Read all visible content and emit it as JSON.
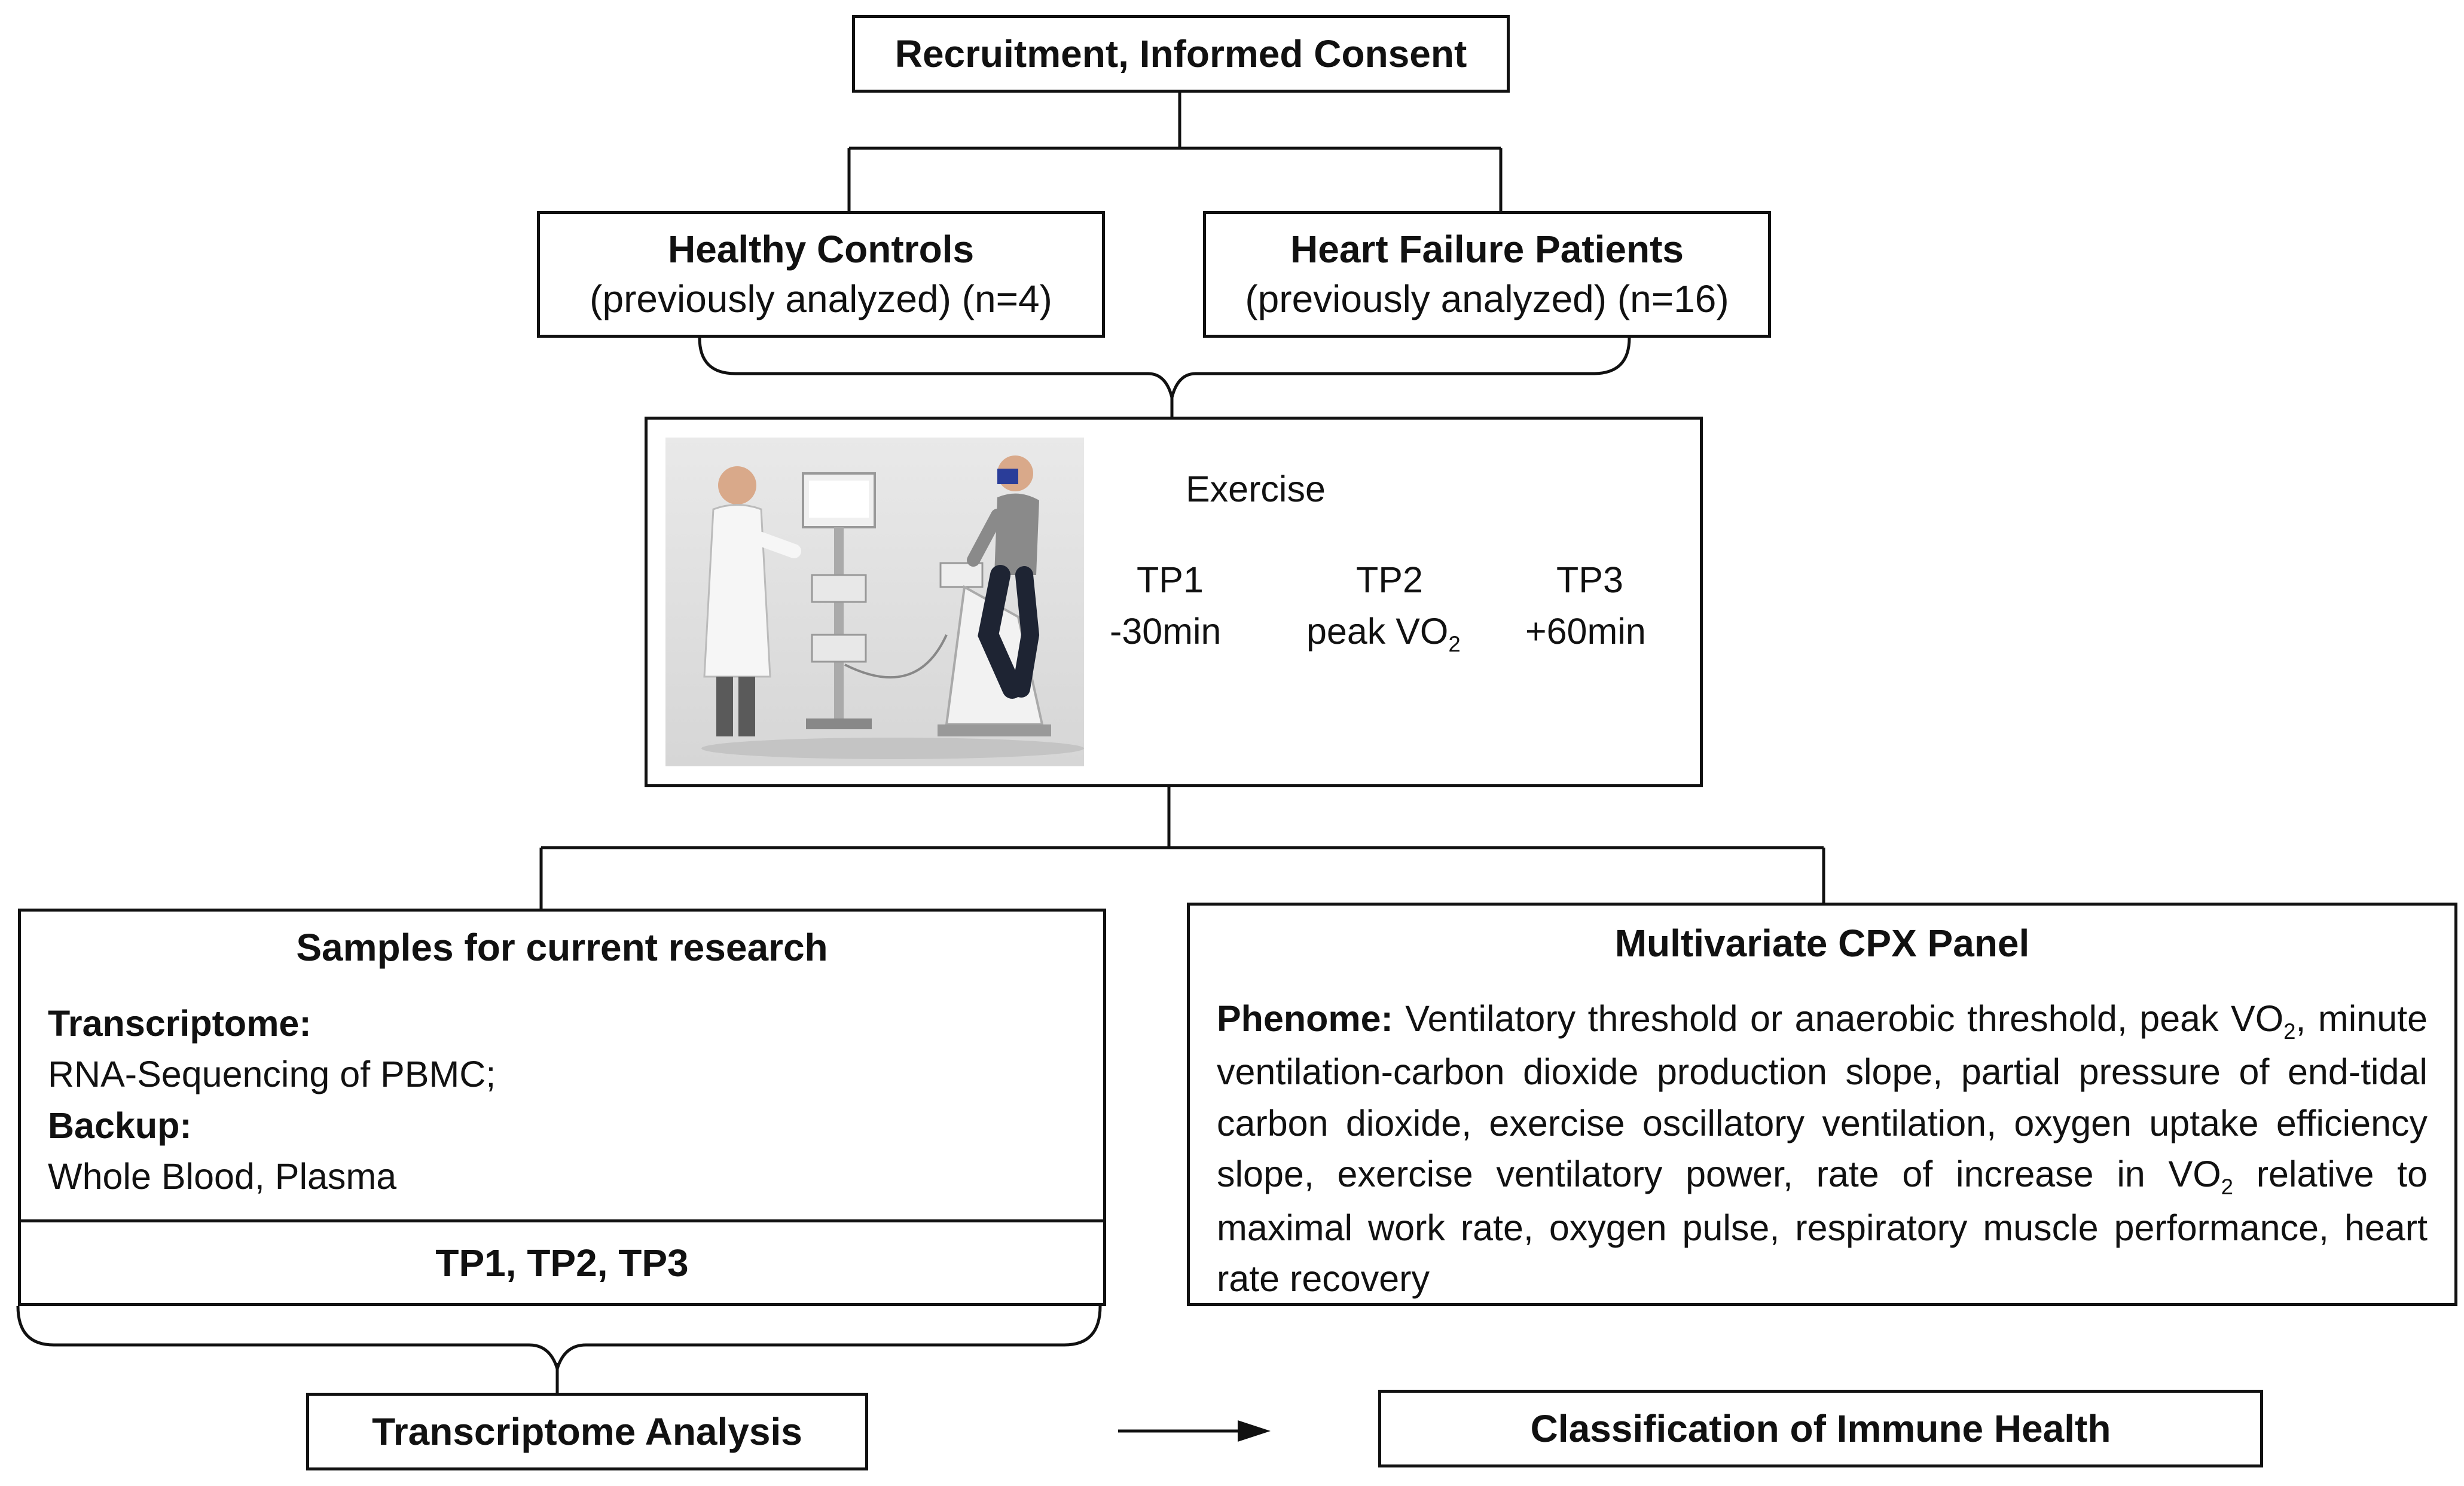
{
  "recruitment": {
    "label": "Recruitment, Informed Consent"
  },
  "healthy": {
    "title": "Healthy Controls",
    "detail": "(previously analyzed) (n=4)"
  },
  "heart_failure": {
    "title": "Heart Failure Patients",
    "detail": "(previously analyzed) (n=16)"
  },
  "exercise": {
    "label": "Exercise",
    "tp1": {
      "name": "TP1",
      "time": "-30min"
    },
    "tp2": {
      "name": "TP2",
      "time_prefix": "peak VO",
      "time_sub": "2"
    },
    "tp3": {
      "name": "TP3",
      "time": "+60min"
    },
    "photo_icon": "clinician-and-patient-on-exercise-bike"
  },
  "samples": {
    "header": "Samples for current research",
    "transcriptome_label": "Transcriptome:",
    "transcriptome_value": "RNA-Sequencing of PBMC;",
    "backup_label": "Backup:",
    "backup_value": "Whole Blood, Plasma",
    "timepoints": "TP1, TP2, TP3"
  },
  "cpx": {
    "header": "Multivariate CPX Panel",
    "phenome_label": "Phenome:",
    "phenome_part1": " Ventilatory threshold or anaerobic threshold, peak VO",
    "sub1": "2",
    "phenome_part2": ", minute ventilation-carbon dioxide production slope, partial pressure of end-tidal carbon dioxide, exercise oscillatory ventilation, oxygen uptake efficiency slope, exercise ventilatory power, rate of increase in VO",
    "sub2": "2",
    "phenome_part3": " relative to maximal work rate, oxygen pulse, respiratory muscle performance, heart rate recovery"
  },
  "transcriptome_analysis": {
    "label": "Transcriptome Analysis"
  },
  "classification": {
    "label": "Classification of Immune Health"
  }
}
